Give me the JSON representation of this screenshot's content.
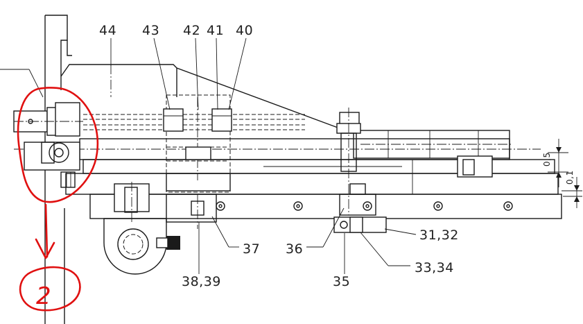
{
  "callouts": {
    "c44": "44",
    "c43": "43",
    "c42": "42",
    "c41": "41",
    "c40": "40",
    "c37": "37",
    "c36": "36",
    "c35": "35",
    "c3839": "38,39",
    "c3132": "31,32",
    "c3334": "33,34"
  },
  "dimensions": {
    "d05": "0,5",
    "d01": "0,1"
  },
  "annotation": {
    "handwritten_mark": "2",
    "color": "#e01010"
  }
}
